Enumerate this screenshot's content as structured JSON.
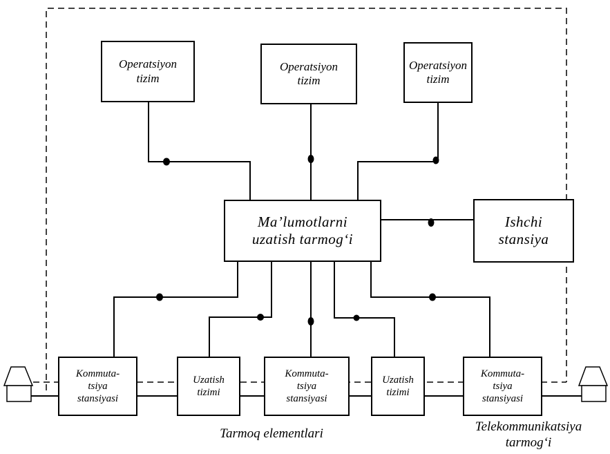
{
  "operating_systems": [
    {
      "line1": "Operatsiyon",
      "line2": "tizim"
    },
    {
      "line1": "Operatsiyon",
      "line2": "tizim"
    },
    {
      "line1": "Operatsiyon",
      "line2": "tizim"
    }
  ],
  "network_core": {
    "line1": "Ma’lumotlarni",
    "line2": "uzatish tarmog‘i"
  },
  "workstation": {
    "line1": "Ishchi",
    "line2": "stansiya"
  },
  "switching_station": {
    "line1": "Kommuta-",
    "line2": "tsiya",
    "line3": "stansiyasi"
  },
  "transmission_system": {
    "line1": "Uzatish",
    "line2": "tizimi"
  },
  "labels": {
    "network_elements": "Tarmoq elementlari",
    "telecom_network_line1": "Telekommunikatsiya",
    "telecom_network_line2": "tarmog‘i"
  }
}
